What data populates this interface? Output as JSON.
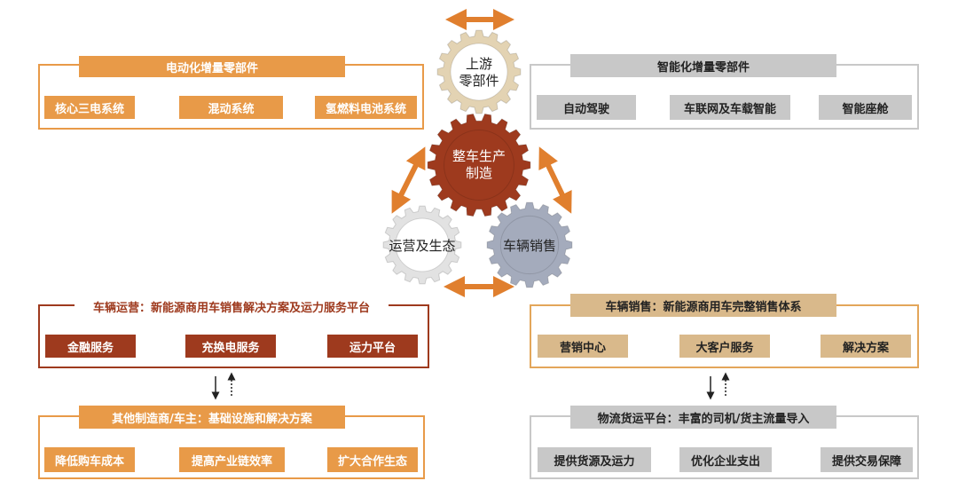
{
  "gears": {
    "top": "上游\n零部件",
    "center": "整车生产\n制造",
    "left": "运营及生态",
    "right": "车辆销售"
  },
  "panels": {
    "electrification": {
      "title": "电动化增量零部件",
      "items": [
        "核心三电系统",
        "混动系统",
        "氢燃料电池系统"
      ]
    },
    "intelligence": {
      "title": "智能化增量零部件",
      "items": [
        "自动驾驶",
        "车联网及车载智能",
        "智能座舱"
      ]
    },
    "operation": {
      "title": "车辆运营：新能源商用车销售解决方案及运力服务平台",
      "items": [
        "金融服务",
        "充换电服务",
        "运力平台"
      ]
    },
    "sales": {
      "title": "车辆销售：新能源商用车完整销售体系",
      "items": [
        "营销中心",
        "大客户服务",
        "解决方案"
      ]
    },
    "others": {
      "title": "其他制造商/车主：基础设施和解决方案",
      "items": [
        "降低购车成本",
        "提高产业链效率",
        "扩大合作生态"
      ]
    },
    "logistics": {
      "title": "物流货运平台：丰富的司机/货主流量导入",
      "items": [
        "提供货源及运力",
        "优化企业支出",
        "提供交易保障"
      ]
    }
  },
  "colors": {
    "orange": "#e89a48",
    "gray": "#c8c8c8",
    "dark_red": "#9e3a1e",
    "tan": "#d9b98b",
    "gear_top": "#e3d3b3",
    "gear_center": "#9e3a1e",
    "gear_left": "#e2e2e2",
    "gear_right": "#a4abbc",
    "arrow": "#e07f2e"
  }
}
